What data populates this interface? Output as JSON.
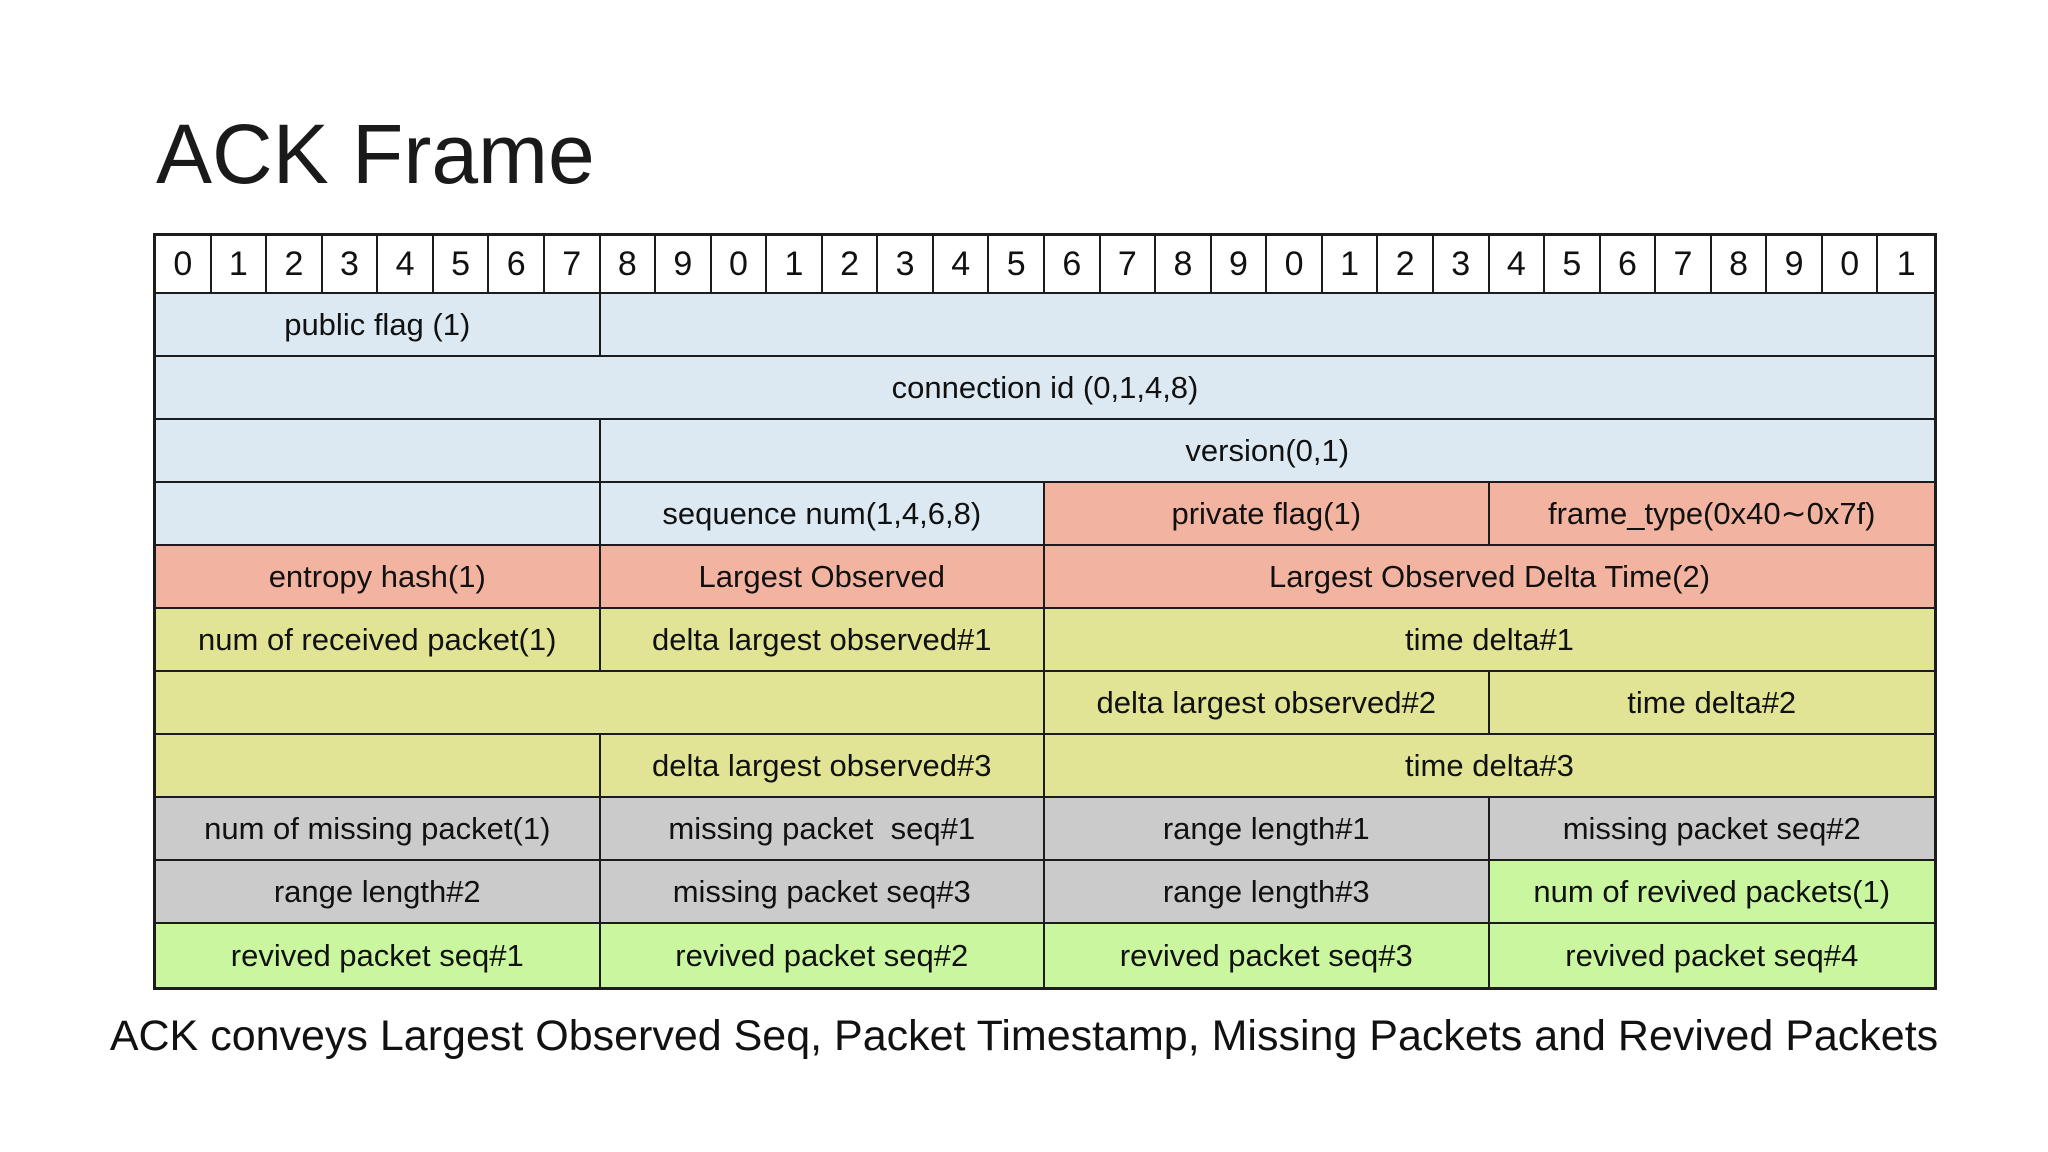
{
  "slide": {
    "title": "ACK Frame",
    "caption": "ACK conveys Largest Observed Seq, Packet Timestamp, Missing Packets and Revived Packets"
  },
  "colors": {
    "blue": "#dce9f2",
    "salmon": "#f2b4a0",
    "olive": "#e0e494",
    "gray": "#cbcbcb",
    "green": "#c9f69e",
    "bit_row_bg": "#ffffff",
    "border": "#1c1c1c"
  },
  "table": {
    "bit_numbers": [
      "0",
      "1",
      "2",
      "3",
      "4",
      "5",
      "6",
      "7",
      "8",
      "9",
      "0",
      "1",
      "2",
      "3",
      "4",
      "5",
      "6",
      "7",
      "8",
      "9",
      "0",
      "1",
      "2",
      "3",
      "4",
      "5",
      "6",
      "7",
      "8",
      "9",
      "0",
      "1"
    ],
    "rows": [
      {
        "name": "public-flag-row",
        "cells": [
          {
            "label": "public flag (1)",
            "span": 8,
            "color": "blue"
          },
          {
            "label": "",
            "span": 24,
            "color": "blue"
          }
        ]
      },
      {
        "name": "connection-id-row",
        "cells": [
          {
            "label": "connection id (0,1,4,8)",
            "span": 32,
            "color": "blue"
          }
        ]
      },
      {
        "name": "version-row",
        "cells": [
          {
            "label": "",
            "span": 8,
            "color": "blue"
          },
          {
            "label": "version(0,1)",
            "span": 24,
            "color": "blue"
          }
        ]
      },
      {
        "name": "sequence-row",
        "cells": [
          {
            "label": "",
            "span": 8,
            "color": "blue"
          },
          {
            "label": "sequence num(1,4,6,8)",
            "span": 8,
            "color": "blue"
          },
          {
            "label": "private flag(1)",
            "span": 8,
            "color": "salmon"
          },
          {
            "label": "frame_type(0x40∼0x7f)",
            "span": 8,
            "color": "salmon"
          }
        ]
      },
      {
        "name": "entropy-row",
        "cells": [
          {
            "label": "entropy hash(1)",
            "span": 8,
            "color": "salmon"
          },
          {
            "label": "Largest Observed",
            "span": 8,
            "color": "salmon"
          },
          {
            "label": "Largest Observed Delta Time(2)",
            "span": 16,
            "color": "salmon"
          }
        ]
      },
      {
        "name": "received-packet-row",
        "cells": [
          {
            "label": "num of received packet(1)",
            "span": 8,
            "color": "olive"
          },
          {
            "label": "delta largest observed#1",
            "span": 8,
            "color": "olive"
          },
          {
            "label": "time delta#1",
            "span": 16,
            "color": "olive"
          }
        ]
      },
      {
        "name": "delta-2-row",
        "cells": [
          {
            "label": "",
            "span": 16,
            "color": "olive"
          },
          {
            "label": "delta largest observed#2",
            "span": 8,
            "color": "olive"
          },
          {
            "label": "time delta#2",
            "span": 8,
            "color": "olive"
          }
        ]
      },
      {
        "name": "delta-3-row",
        "cells": [
          {
            "label": "",
            "span": 8,
            "color": "olive"
          },
          {
            "label": "delta largest observed#3",
            "span": 8,
            "color": "olive"
          },
          {
            "label": "time delta#3",
            "span": 16,
            "color": "olive"
          }
        ]
      },
      {
        "name": "missing-packet-row",
        "cells": [
          {
            "label": "num of missing packet(1)",
            "span": 8,
            "color": "gray"
          },
          {
            "label": "missing packet  seq#1",
            "span": 8,
            "color": "gray"
          },
          {
            "label": "range length#1",
            "span": 8,
            "color": "gray"
          },
          {
            "label": "missing packet seq#2",
            "span": 8,
            "color": "gray"
          }
        ]
      },
      {
        "name": "range-length-row",
        "cells": [
          {
            "label": "range length#2",
            "span": 8,
            "color": "gray"
          },
          {
            "label": "missing packet seq#3",
            "span": 8,
            "color": "gray"
          },
          {
            "label": "range length#3",
            "span": 8,
            "color": "gray"
          },
          {
            "label": "num of revived packets(1)",
            "span": 8,
            "color": "green"
          }
        ]
      },
      {
        "name": "revived-packet-row",
        "cells": [
          {
            "label": "revived packet seq#1",
            "span": 8,
            "color": "green"
          },
          {
            "label": "revived packet seq#2",
            "span": 8,
            "color": "green"
          },
          {
            "label": "revived packet seq#3",
            "span": 8,
            "color": "green"
          },
          {
            "label": "revived packet seq#4",
            "span": 8,
            "color": "green"
          }
        ]
      }
    ]
  }
}
